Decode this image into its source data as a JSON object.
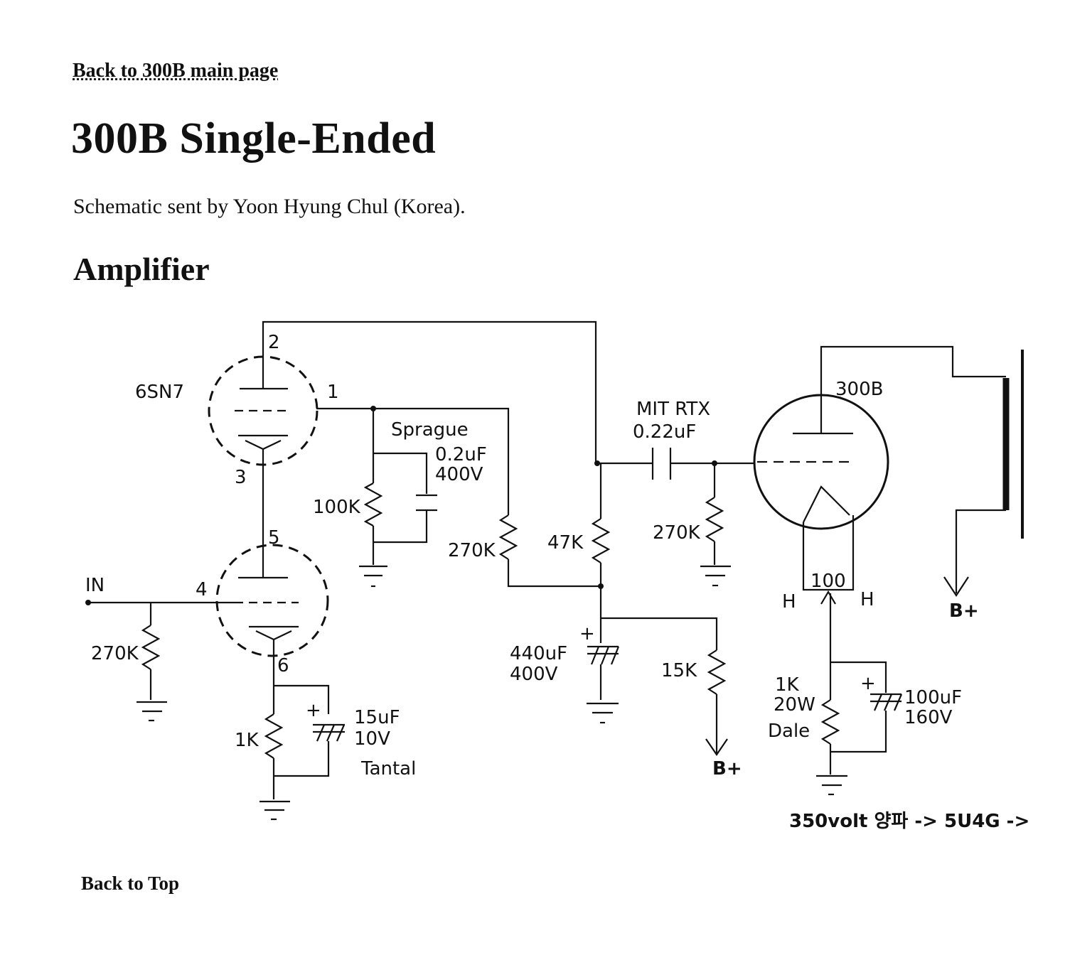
{
  "header": {
    "back_link": "Back to 300B main page",
    "title": "300B Single-Ended",
    "subtitle": "Schematic sent by Yoon Hyung Chul (Korea).",
    "section": "Amplifier"
  },
  "footer": {
    "back_to_top": "Back to Top"
  },
  "schematic": {
    "tube_6sn7": "6SN7",
    "tube_300b": "300B",
    "pin_2": "2",
    "pin_1": "1",
    "pin_3": "3",
    "pin_5": "5",
    "pin_4": "4",
    "pin_6": "6",
    "input": "IN",
    "r_in": "270K",
    "r_cathode": "1K",
    "c_cathode_value": "15uF",
    "c_cathode_voltage": "10V",
    "c_cathode_type": "Tantal",
    "plus": "+",
    "r_plate1": "100K",
    "c_sprague_brand": "Sprague",
    "c_sprague_value": "0.2uF",
    "c_sprague_voltage": "400V",
    "r_270k_mid": "270K",
    "r_47k": "47K",
    "c_440_value": "440uF",
    "c_440_voltage": "400V",
    "r_15k": "15K",
    "bplus": "B+",
    "c_coupling_brand": "MIT RTX",
    "c_coupling_value": "0.22uF",
    "r_grid_300b": "270K",
    "r_hum": "100",
    "heater": "H",
    "r_bias_value": "1K",
    "r_bias_power": "20W",
    "r_bias_brand": "Dale",
    "c_bias_value": "100uF",
    "c_bias_voltage": "160V",
    "supply_note": "350volt 양파 -> 5U4G ->"
  }
}
